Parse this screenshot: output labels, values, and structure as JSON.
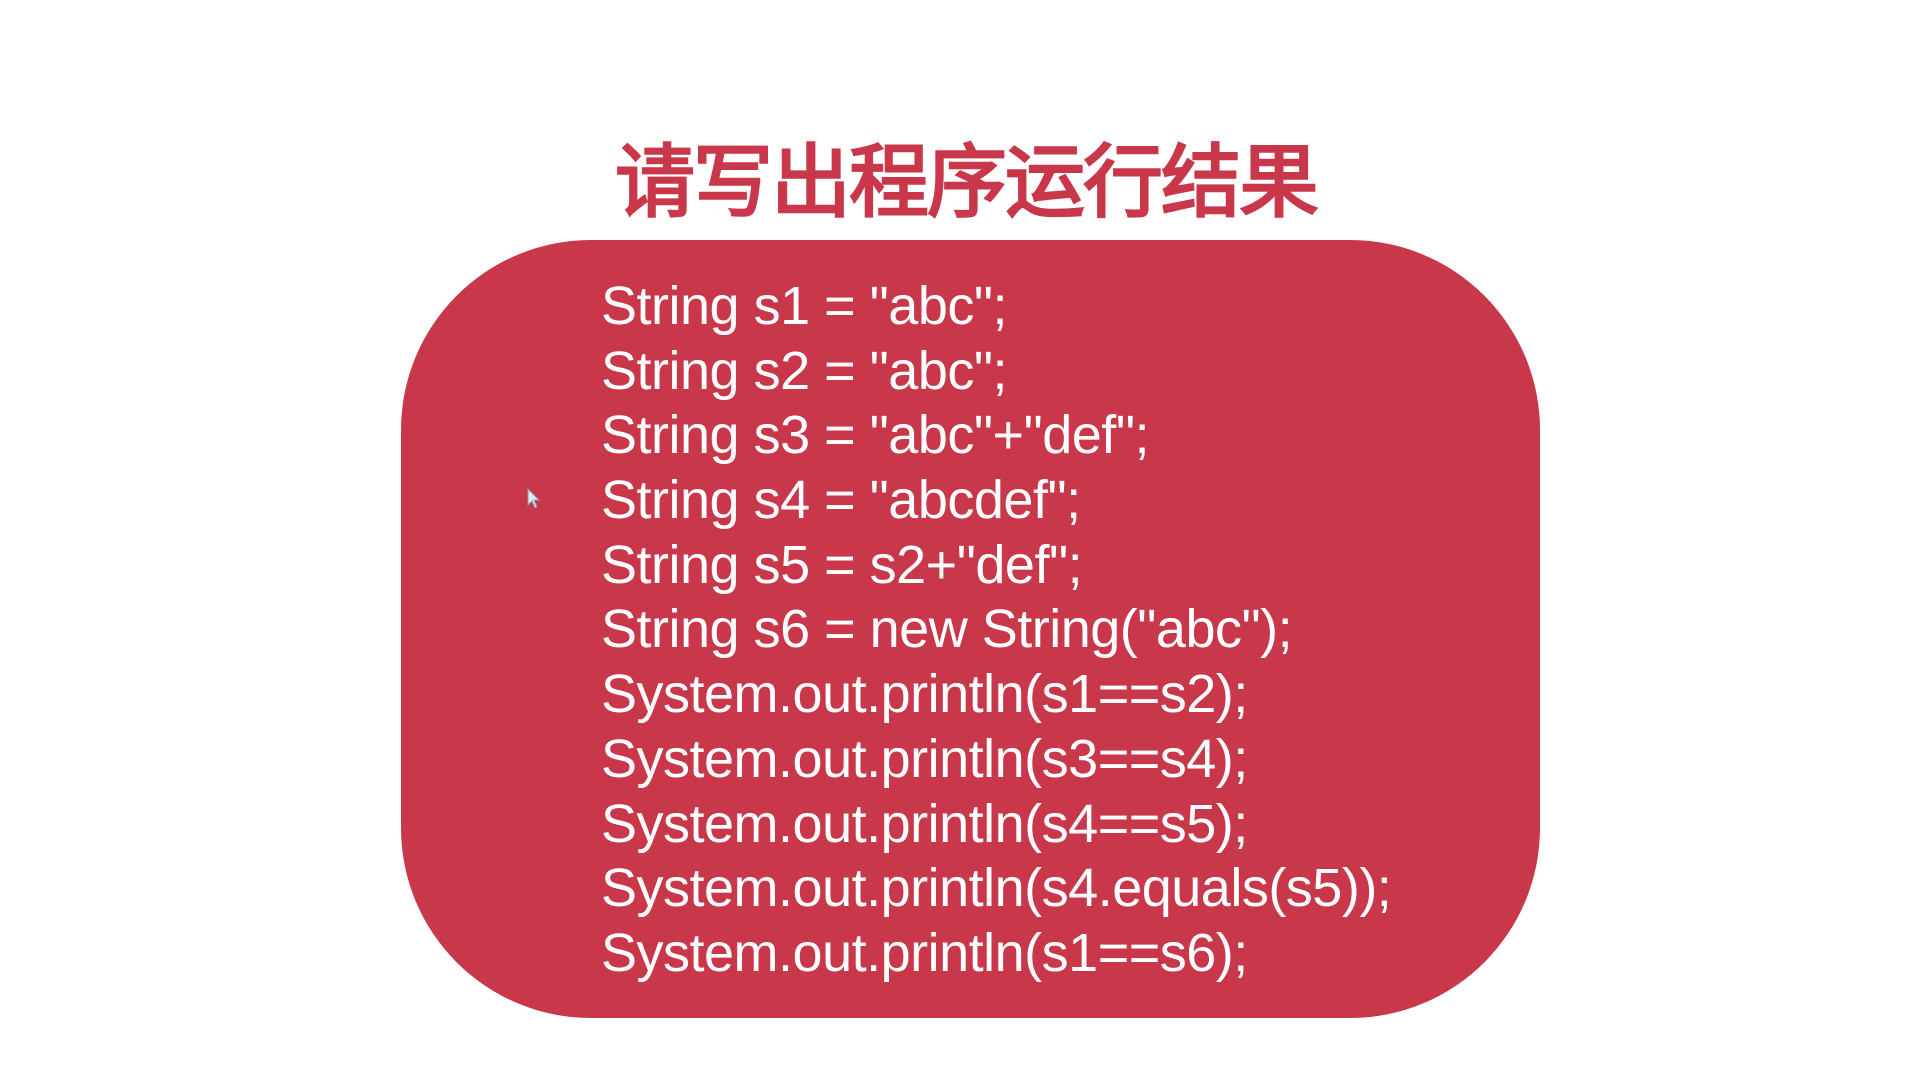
{
  "slide": {
    "title": "请写出程序运行结果",
    "code_lines": [
      "String s1 = \"abc\";",
      "String s2 = \"abc\";",
      "String s3 = \"abc\"+\"def\";",
      "String s4 = \"abcdef\";",
      "String s5 = s2+\"def\";",
      "String s6 = new String(\"abc\");",
      "System.out.println(s1==s2);",
      "System.out.println(s3==s4);",
      "System.out.println(s4==s5);",
      "System.out.println(s4.equals(s5));",
      "System.out.println(s1==s6);"
    ]
  },
  "colors": {
    "accent": "#c8374a",
    "text_on_accent": "#ffffff"
  }
}
